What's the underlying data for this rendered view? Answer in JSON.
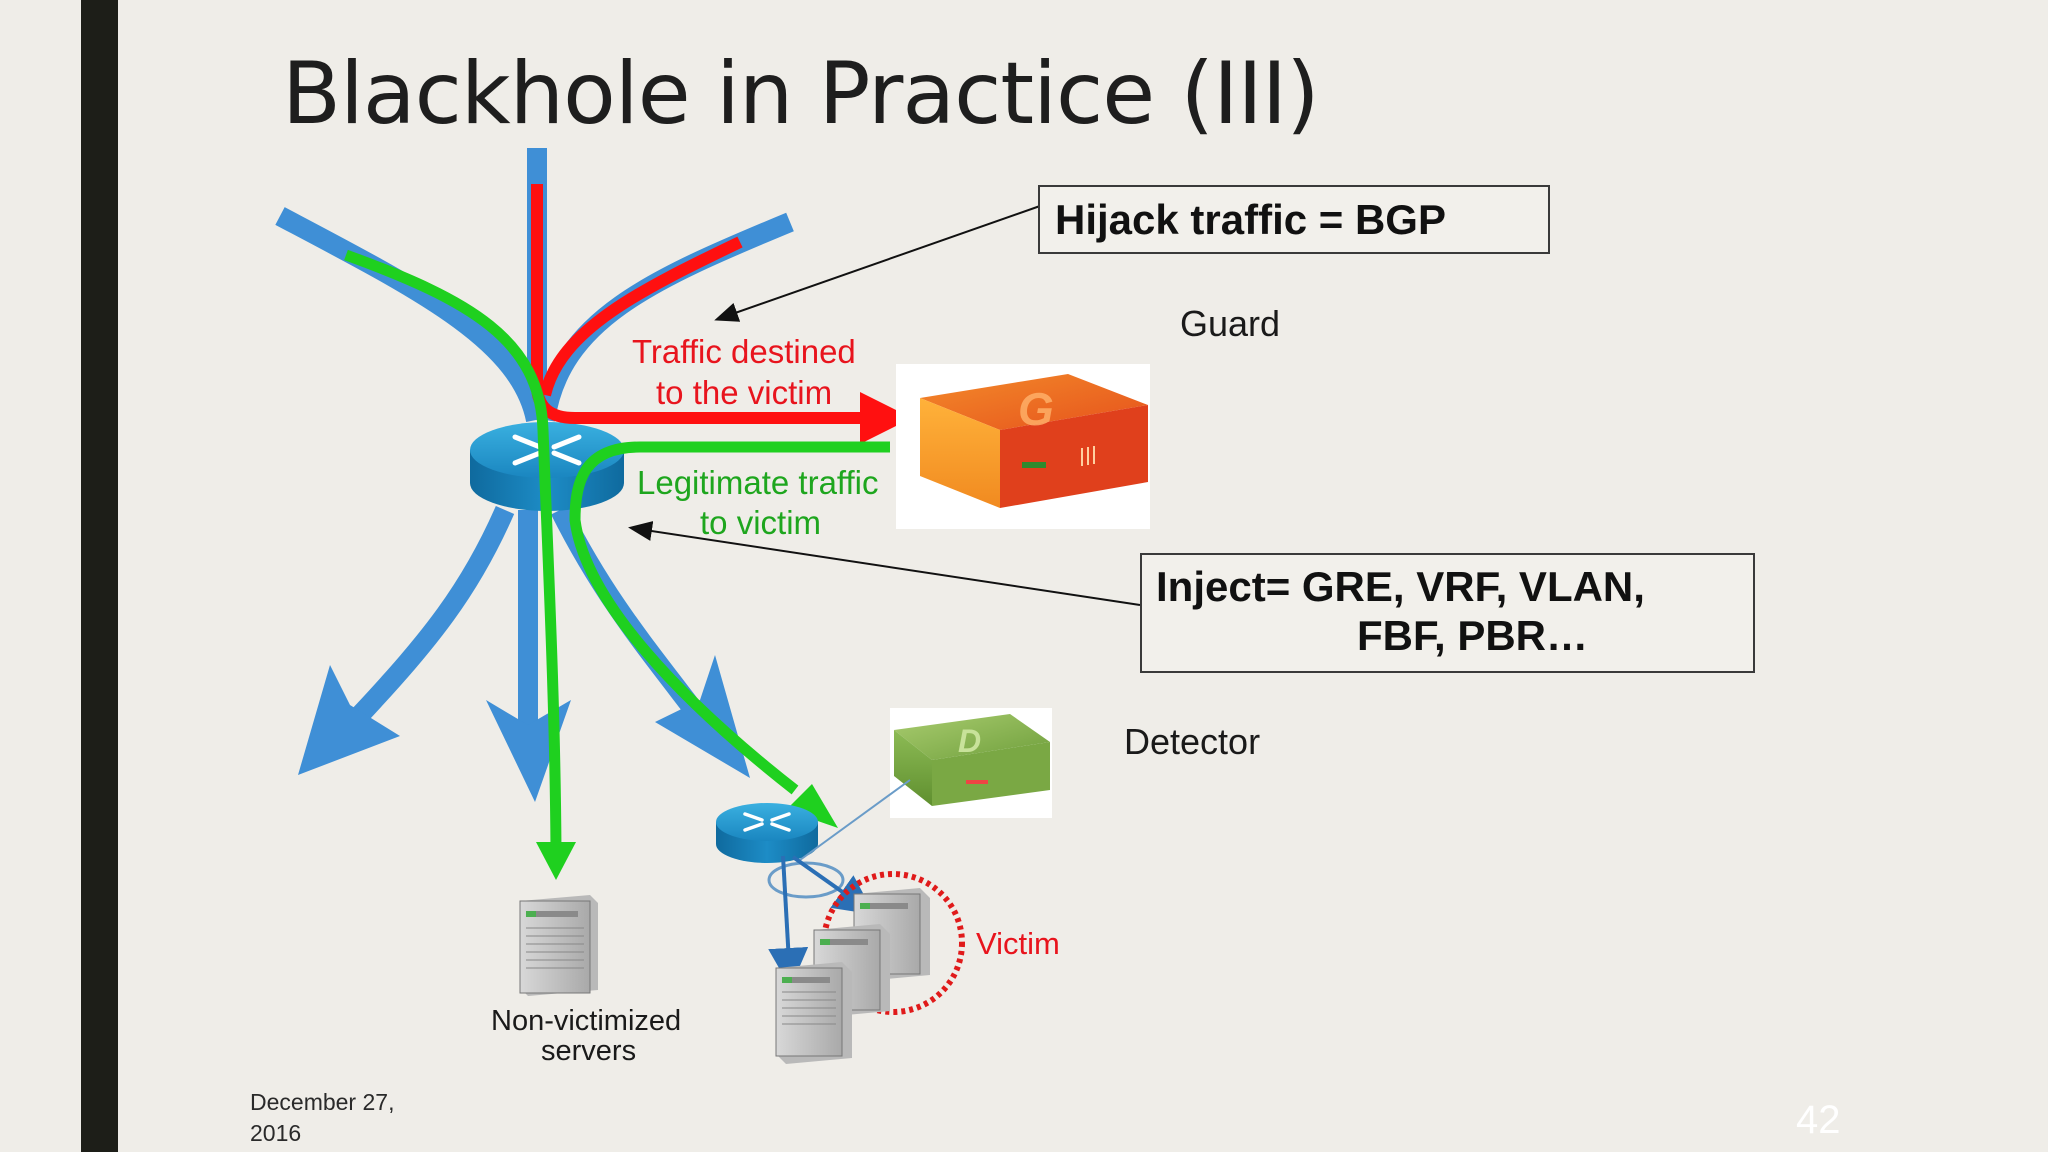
{
  "slide": {
    "title": "Blackhole in Practice (III)",
    "date_line1": "December 27,",
    "date_line2": "2016",
    "page_number": "42"
  },
  "boxes": {
    "hijack": "Hijack traffic = BGP",
    "inject_line1": "Inject= GRE, VRF, VLAN,",
    "inject_line2": "FBF, PBR…"
  },
  "labels": {
    "guard": "Guard",
    "detector": "Detector",
    "traffic_line1": "Traffic destined",
    "traffic_line2": "to the victim",
    "legit_line1": "Legitimate traffic",
    "legit_line2": "to victim",
    "victim": "Victim",
    "servers_line1": "Non-victimized",
    "servers_line2": "servers"
  },
  "devices": {
    "guard_glyph": "G",
    "detector_glyph": "D"
  },
  "colors": {
    "flow_blue": "#3f8fd6",
    "attack_red": "#ff1010",
    "legit_green": "#1fd01f",
    "guard_orange": "#f07a1e",
    "detector_green": "#7fb24a",
    "router_blue": "#1b8fc4"
  }
}
